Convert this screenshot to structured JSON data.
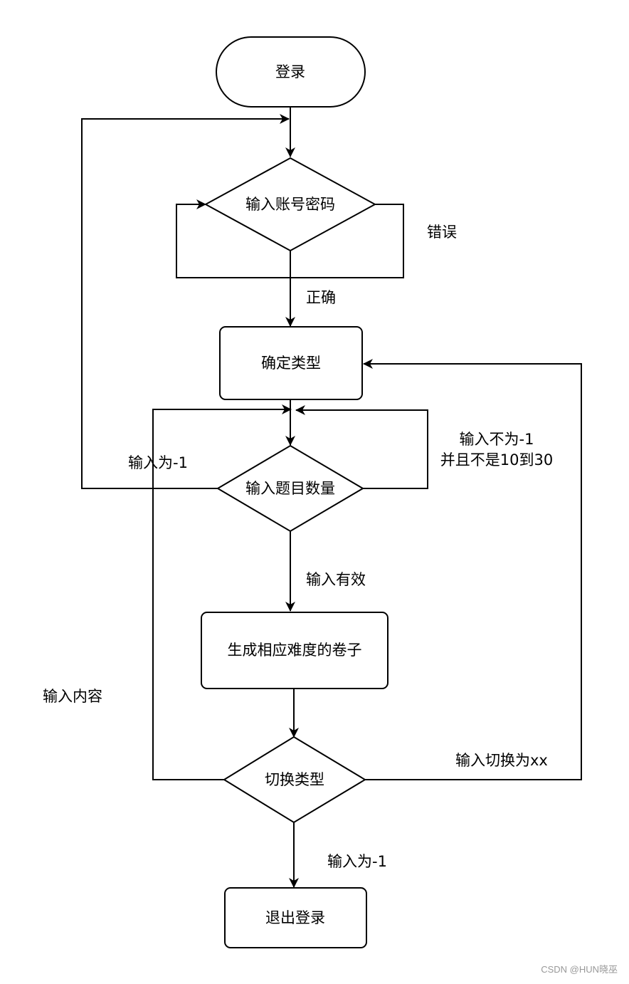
{
  "nodes": {
    "login": "登录",
    "input_credentials": "输入账号密码",
    "choose_type": "确定类型",
    "input_count": "输入题目数量",
    "generate_paper": "生成相应难度的卷子",
    "switch_type": "切换类型",
    "logout": "退出登录"
  },
  "edges": {
    "wrong": "错误",
    "correct": "正确",
    "input_minus1_back": "输入为-1",
    "invalid_line1": "输入不为-1",
    "invalid_line2": "并且不是10到30",
    "valid": "输入有效",
    "input_content": "输入内容",
    "switch_to": "输入切换为xx",
    "input_minus1_exit": "输入为-1"
  },
  "watermark": "CSDN @HUN晓巫"
}
